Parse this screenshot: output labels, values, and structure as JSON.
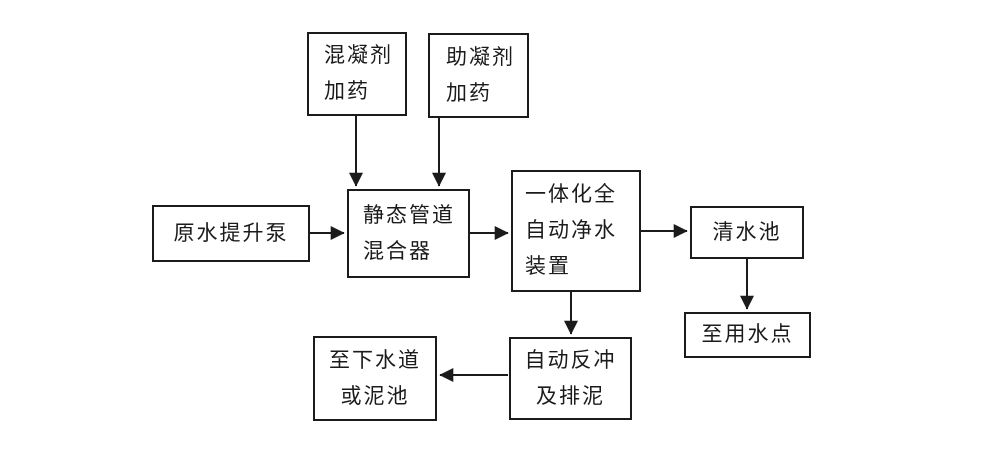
{
  "page": {
    "background_color": "#ffffff",
    "line_color": "#1b1b1b"
  },
  "diagram": {
    "type": "flowchart",
    "description_language": "zh-CN",
    "nodes": {
      "coagulant_dosing": {
        "lines": [
          "混凝剂",
          "加药"
        ]
      },
      "coagulant_aid_dosing": {
        "lines": [
          "助凝剂",
          "加药"
        ]
      },
      "raw_water_pump": {
        "lines": [
          "原水提升泵"
        ]
      },
      "static_pipe_mixer": {
        "lines": [
          "静态管道",
          "混合器"
        ]
      },
      "integrated_purifier": {
        "lines": [
          "一体化全",
          "自动净水",
          "装置"
        ]
      },
      "clear_water_tank": {
        "lines": [
          "清水池"
        ]
      },
      "water_use_point": {
        "lines": [
          "至用水点"
        ]
      },
      "auto_backwash": {
        "lines": [
          "自动反冲",
          "及排泥"
        ]
      },
      "sewer_or_mud_pool": {
        "lines": [
          "至下水道",
          "或泥池"
        ]
      }
    },
    "edges": [
      {
        "from": "coagulant_dosing",
        "to": "static_pipe_mixer",
        "direction": "down"
      },
      {
        "from": "coagulant_aid_dosing",
        "to": "static_pipe_mixer",
        "direction": "down"
      },
      {
        "from": "raw_water_pump",
        "to": "static_pipe_mixer",
        "direction": "right"
      },
      {
        "from": "static_pipe_mixer",
        "to": "integrated_purifier",
        "direction": "right"
      },
      {
        "from": "integrated_purifier",
        "to": "clear_water_tank",
        "direction": "right"
      },
      {
        "from": "clear_water_tank",
        "to": "water_use_point",
        "direction": "down"
      },
      {
        "from": "integrated_purifier",
        "to": "auto_backwash",
        "direction": "down"
      },
      {
        "from": "auto_backwash",
        "to": "sewer_or_mud_pool",
        "direction": "left"
      }
    ]
  }
}
